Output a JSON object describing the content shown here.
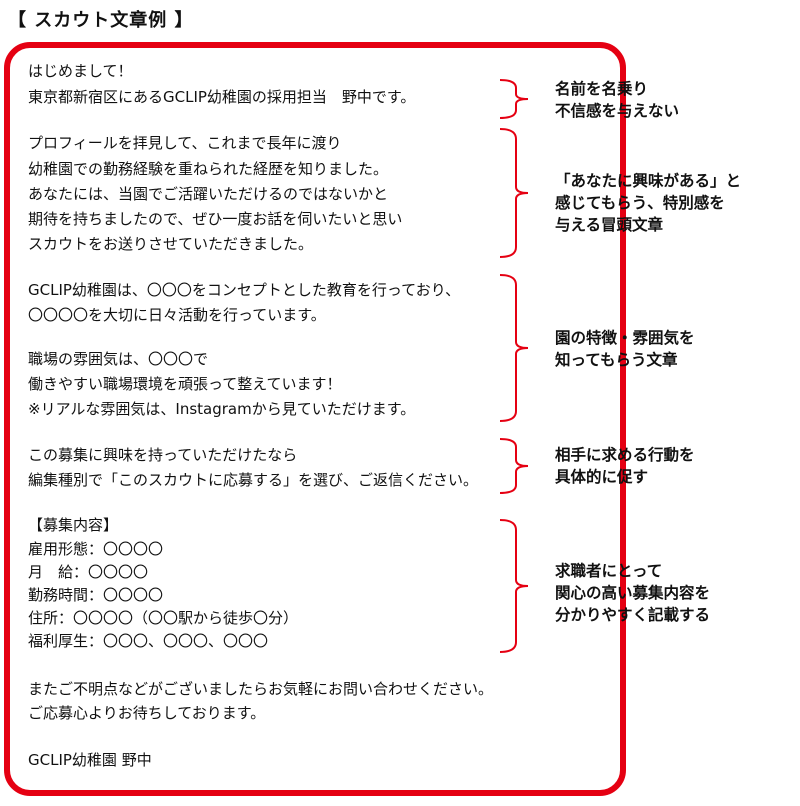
{
  "title": "【 スカウト文章例 】",
  "letter": {
    "greeting": [
      "はじめまして！",
      "東京都新宿区にあるGCLIP幼稚園の採用担当　野中です。"
    ],
    "intro": [
      "プロフィールを拝見して、これまで長年に渡り",
      "幼稚園での勤務経験を重ねられた経歴を知りました。",
      "あなたには、当園でご活躍いただけるのではないかと",
      "期待を持ちましたので、ぜひ一度お話を伺いたいと思い",
      "スカウトをお送りさせていただきました。"
    ],
    "features": [
      "GCLIP幼稚園は、〇〇〇をコンセプトとした教育を行っており、",
      "〇〇〇〇を大切に日々活動を行っています。",
      "職場の雰囲気は、〇〇〇で",
      "働きやすい職場環境を頑張って整えています！",
      "※リアルな雰囲気は、Instagramから見ていただけます。"
    ],
    "action": [
      "この募集に興味を持っていただけたなら",
      "編集種別で「このスカウトに応募する」を選び、ご返信ください。"
    ],
    "details": [
      "【募集内容】",
      "雇用形態：〇〇〇〇",
      "月　給：〇〇〇〇",
      "勤務時間：〇〇〇〇",
      "住所：〇〇〇〇（〇〇駅から徒歩〇分）",
      "福利厚生：〇〇〇、〇〇〇、〇〇〇"
    ],
    "closing": [
      "またご不明点などがございましたらお気軽にお問い合わせください。",
      "ご応募心よりお待ちしております。"
    ],
    "signature": "GCLIP幼稚園 野中"
  },
  "annotations": [
    [
      "名前を名乗り",
      "不信感を与えない"
    ],
    [
      "「あなたに興味がある」と",
      "感じてもらう、特別感を",
      "与える冒頭文章"
    ],
    [
      "園の特徴・雰囲気を",
      "知ってもらう文章"
    ],
    [
      "相手に求める行動を",
      "具体的に促す"
    ],
    [
      "求職者にとって",
      "関心の高い募集内容を",
      "分かりやすく記載する"
    ]
  ],
  "colors": {
    "frame": "#e50012",
    "bracket": "#e50012",
    "text": "#111111"
  }
}
